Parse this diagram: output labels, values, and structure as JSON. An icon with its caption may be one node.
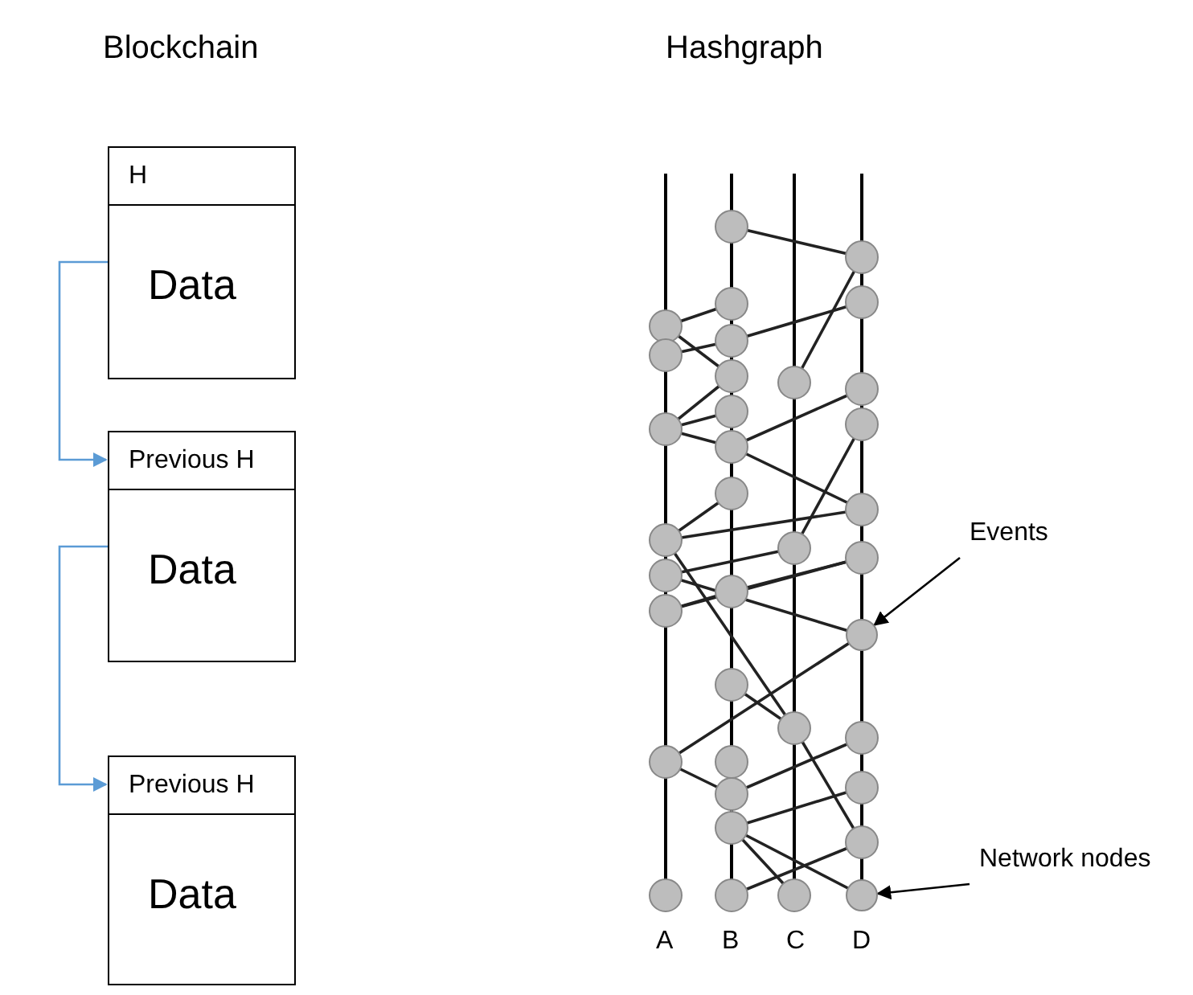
{
  "diagram": {
    "nodes": [
      {
        "text": [
          "H",
          "Data"
        ]
      },
      {
        "text": [
          "Previous H",
          "Data"
        ]
      },
      {
        "text": [
          "Previous H",
          "Data"
        ]
      },
      {
        "text": [
          "Events"
        ]
      },
      {
        "text": [
          "Network nodes"
        ]
      },
      {
        "text": [],
        "shape": "circle"
      },
      {
        "text": [],
        "shape": "circle"
      }
    ],
    "edges": [
      {
        "from": 0,
        "to": 1,
        "arrow": "to",
        "color": "#5b9bd5"
      },
      {
        "from": 1,
        "to": 2,
        "arrow": "to",
        "color": "#5b9bd5"
      },
      {
        "from": 3,
        "to": 5,
        "arrow": "to",
        "color": "#000000"
      },
      {
        "from": 4,
        "to": 6,
        "arrow": "to",
        "color": "#000000"
      }
    ],
    "labels": [
      "Blockchain",
      "Hashgraph",
      "A",
      "B",
      "C",
      "D"
    ]
  }
}
